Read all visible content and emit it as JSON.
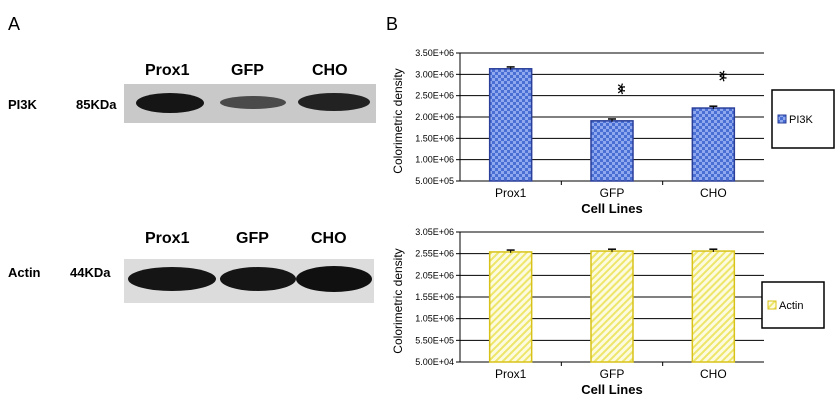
{
  "panel_a": {
    "letter": "A",
    "blot_top": {
      "lanes": [
        "Prox1",
        "GFP",
        "CHO"
      ],
      "protein": "PI3K",
      "size": "85KDa"
    },
    "blot_bottom": {
      "lanes": [
        "Prox1",
        "GFP",
        "CHO"
      ],
      "protein": "Actin",
      "size": "44KDa"
    }
  },
  "panel_b": {
    "letter": "B"
  },
  "colors": {
    "pi3k_fill": "#4a6fd4",
    "pi3k_edge": "#2a3f9a",
    "actin_fill": "#f0ec8c",
    "actin_edge": "#d8c21a"
  },
  "chart_data": [
    {
      "type": "bar",
      "categories": [
        "Prox1",
        "GFP",
        "CHO"
      ],
      "series": [
        {
          "name": "PI3K",
          "values": [
            3130000,
            1910000,
            2210000
          ],
          "errors": [
            20000,
            20000,
            20000
          ]
        }
      ],
      "significance": [
        "",
        "**",
        "**"
      ],
      "yticks": [
        "5.00E+05",
        "1.00E+06",
        "1.50E+06",
        "2.00E+06",
        "2.50E+06",
        "3.00E+06",
        "3.50E+06"
      ],
      "ylim": [
        500000,
        3500000
      ],
      "xlabel": "Cell Lines",
      "ylabel": "Colorimetric density",
      "legend": "right",
      "grid": true
    },
    {
      "type": "bar",
      "categories": [
        "Prox1",
        "GFP",
        "CHO"
      ],
      "series": [
        {
          "name": "Actin",
          "values": [
            2590000,
            2610000,
            2610000
          ],
          "errors": [
            20000,
            20000,
            20000
          ]
        }
      ],
      "yticks": [
        "5.00E+04",
        "5.50E+05",
        "1.05E+06",
        "1.55E+06",
        "2.05E+06",
        "2.55E+06",
        "3.05E+06"
      ],
      "ylim": [
        50000,
        3050000
      ],
      "xlabel": "Cell Lines",
      "ylabel": "Colorimetric density",
      "legend": "right",
      "grid": true
    }
  ]
}
